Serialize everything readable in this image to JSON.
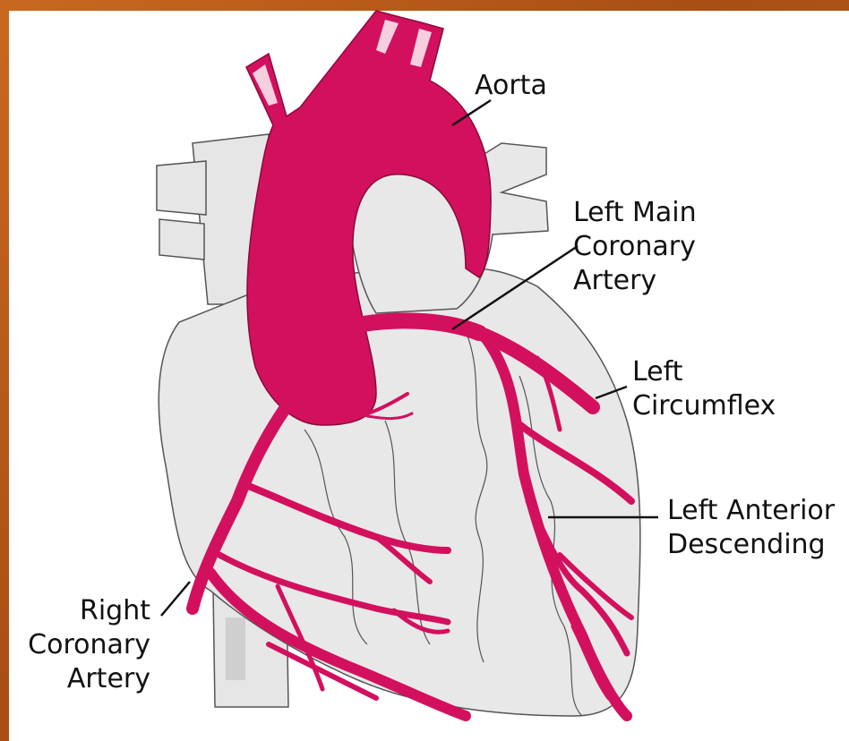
{
  "labels": {
    "aorta": "Aorta",
    "left_main": [
      "Left Main",
      "Coronary",
      "Artery"
    ],
    "left_circumflex": [
      "Left",
      "Circumflex"
    ],
    "lad": [
      "Left Anterior",
      "Descending"
    ],
    "right_coronary": [
      "Right",
      "Coronary",
      "Artery"
    ]
  },
  "colors": {
    "artery": "#d3105e",
    "heart_fill": "#e8e8e8",
    "outline": "#555555",
    "border": "#b5561a"
  }
}
